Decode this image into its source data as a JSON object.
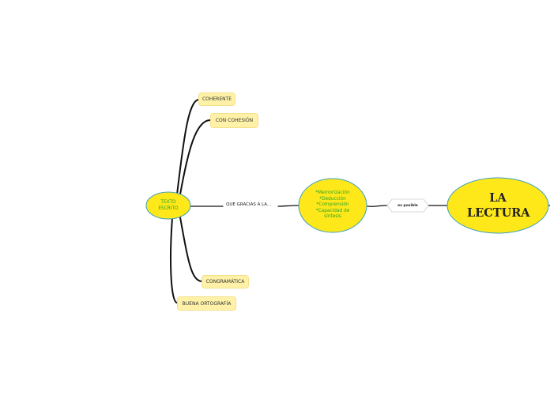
{
  "map": {
    "main_topic": "LA LECTURA",
    "relation": "es posible",
    "skills": "*Memorización\n*Deducción\n*Comprensión\n*Capacidad de síntesis",
    "link_text": "QUE GRACIAS A LA...",
    "central": "TEXTO ESCRITO",
    "branches": {
      "coherente": "COHERENTE",
      "cohesion": "CON COHESIÓN",
      "gramatica": "CONGRAMÁTICA",
      "ortografia": "BUENA ORTOGRAFÍA"
    }
  },
  "colors": {
    "ellipse_fill": "#ffe81a",
    "ellipse_border": "#3b9fbd",
    "rect_fill": "#fff2a8",
    "skill_text": "#2aa52a",
    "line": "#111111"
  }
}
